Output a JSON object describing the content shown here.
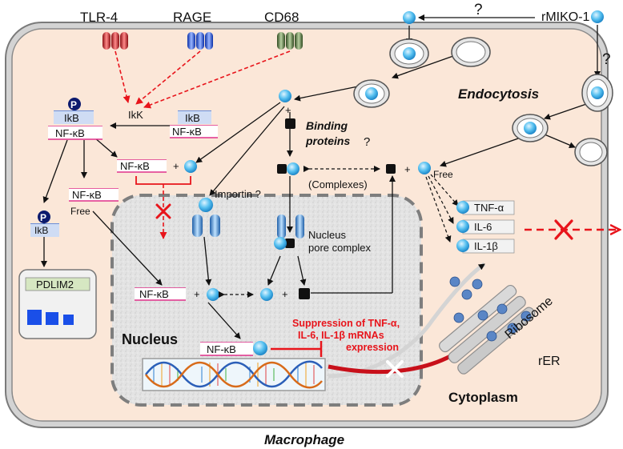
{
  "receptors": {
    "tlr4": "TLR-4",
    "rage": "RAGE",
    "cd68": "CD68"
  },
  "ligand": "rMIKO-1",
  "question": "?",
  "endocytosis": "Endocytosis",
  "ikk": "IkK",
  "ikb": "IkB",
  "nfkb": "NF-κB",
  "p": "P",
  "plus": "+",
  "free": "Free",
  "binding": {
    "line1": "Binding",
    "line2": "proteins"
  },
  "complexes": "(Complexes)",
  "importin": "Importin ?",
  "pore": {
    "line1": "Nucleus",
    "line2": "pore complex"
  },
  "cytokines": [
    "TNF-α",
    "IL-6",
    "IL-1β"
  ],
  "pdlim2": "PDLIM2",
  "nucleus": "Nucleus",
  "suppression": {
    "line1": "Suppression of TNF-α,",
    "line2": "IL-6, IL-1β mRNAs",
    "line3": "expression"
  },
  "ribosome": "Ribosome",
  "rer": "rER",
  "cytoplasm": "Cytoplasm",
  "macrophage": "Macrophage",
  "colors": {
    "cytoplasm_fill": "#fbe7d8",
    "membrane": "#8a8a8a",
    "nfkb_line": "#e0308a",
    "ikb_line": "#3a6fd6",
    "inhibit_red": "#e8141b",
    "suppression_text": "#e8141b",
    "particle": "#44b6ec",
    "dark_navy": "#0c1a6e"
  }
}
